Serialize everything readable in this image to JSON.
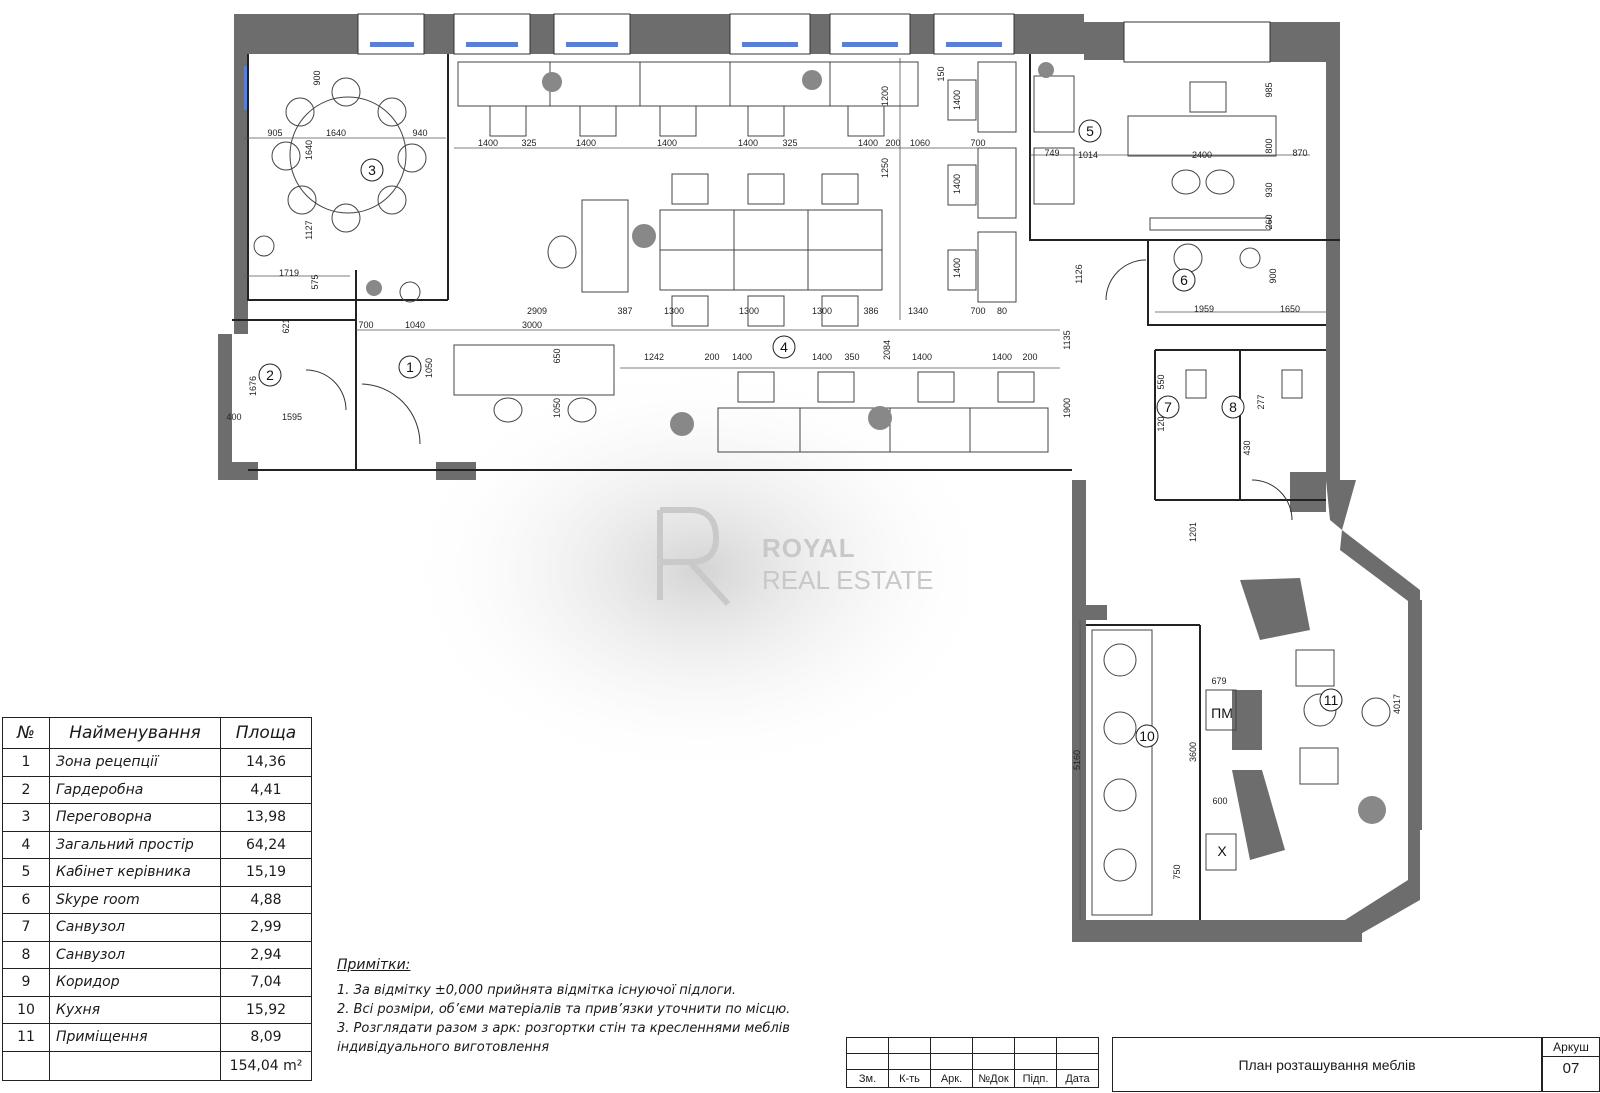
{
  "plan": {
    "room_numbers": [
      "1",
      "2",
      "3",
      "4",
      "5",
      "6",
      "7",
      "8",
      "10",
      "11"
    ],
    "dimensions": [
      "905",
      "1640",
      "940",
      "1640",
      "1127",
      "900",
      "1719",
      "575",
      "621",
      "1676",
      "400",
      "1595",
      "700",
      "1040",
      "1050",
      "2909",
      "3000",
      "387",
      "1300",
      "1300",
      "1300",
      "386",
      "1340",
      "700",
      "80",
      "650",
      "1050",
      "1242",
      "200",
      "1400",
      "1400",
      "350",
      "1400",
      "1400",
      "200",
      "2084",
      "1135",
      "1900",
      "1400",
      "325",
      "1400",
      "1400",
      "1400",
      "325",
      "1400",
      "200",
      "1200",
      "1250",
      "1400",
      "150",
      "1400",
      "1400",
      "1060",
      "700",
      "749",
      "1014",
      "2400",
      "800",
      "870",
      "985",
      "930",
      "260",
      "1126",
      "1959",
      "1650",
      "900",
      "550",
      "120",
      "277",
      "430",
      "1201",
      "679",
      "3600",
      "5160",
      "600",
      "750",
      "4017"
    ],
    "labels": [
      "ПМ",
      "Х"
    ]
  },
  "legend": {
    "headers": [
      "№",
      "Найменування",
      "Площа"
    ],
    "rows": [
      {
        "n": "1",
        "name": "Зона рецепції",
        "area": "14,36"
      },
      {
        "n": "2",
        "name": "Гардеробна",
        "area": "4,41"
      },
      {
        "n": "3",
        "name": "Переговорна",
        "area": "13,98"
      },
      {
        "n": "4",
        "name": "Загальний простір",
        "area": "64,24"
      },
      {
        "n": "5",
        "name": "Кабінет керівника",
        "area": "15,19"
      },
      {
        "n": "6",
        "name": "Skype room",
        "area": "4,88"
      },
      {
        "n": "7",
        "name": "Санвузол",
        "area": "2,99"
      },
      {
        "n": "8",
        "name": "Санвузол",
        "area": "2,94"
      },
      {
        "n": "9",
        "name": "Коридор",
        "area": "7,04"
      },
      {
        "n": "10",
        "name": "Кухня",
        "area": "15,92"
      },
      {
        "n": "11",
        "name": "Приміщення",
        "area": "8,09"
      }
    ],
    "total": "154,04 m²"
  },
  "notes": {
    "title": "Примітки:",
    "items": [
      "1. За відмітку ±0,000 прийнята відмітка існуючої підлоги.",
      "2. Всі розміри, об’єми матеріалів та прив’язки уточнити по місцю.",
      "3. Розглядати разом з арк: розгортки стін та кресленнями меблів індивідуального виготовлення"
    ]
  },
  "stamp": {
    "cols": [
      "Зм.",
      "К-ть",
      "Арк.",
      "№Док",
      "Підп.",
      "Дата"
    ],
    "title": "План розташування меблів",
    "sheet_label": "Аркуш",
    "sheet_number": "07"
  },
  "watermark": {
    "line1": "ROYAL",
    "line2": "REAL ESTATE"
  }
}
